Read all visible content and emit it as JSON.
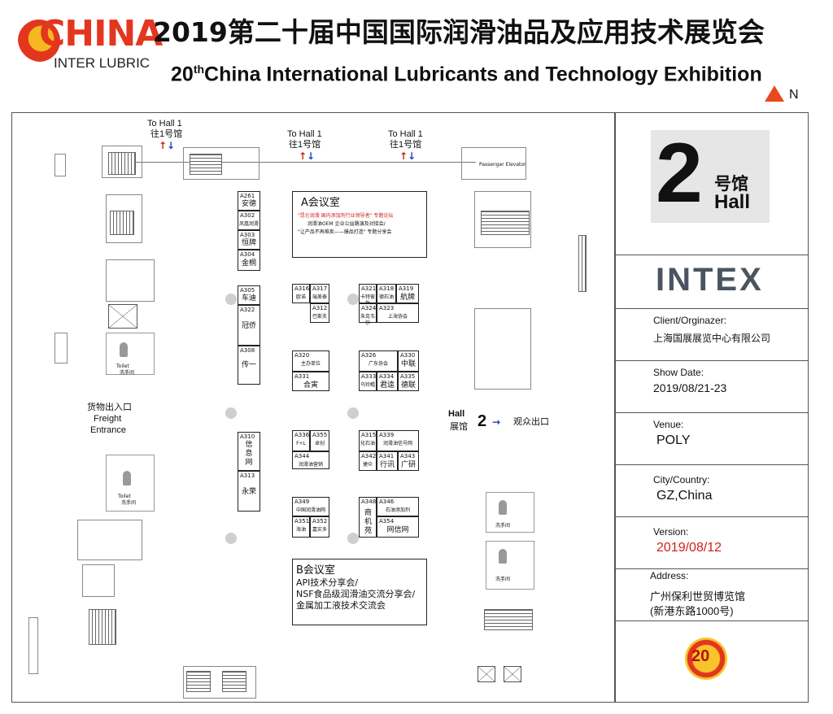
{
  "header": {
    "logo_main": "CHINA",
    "logo_sub": "INTER LUBRIC",
    "title_cn": "2019第二十届中国国际润滑油品及应用技术展览会",
    "title_en_prefix": "20",
    "title_en_sup": "th",
    "title_en_rest": "China International Lubricants and Technology Exhibition",
    "north": "N"
  },
  "map": {
    "to_hall_1_en": "To Hall 1",
    "to_hall_1_cn": "往1号馆",
    "freight_cn": "货物出入口",
    "freight_en1": "Freight",
    "freight_en2": "Entrance",
    "exit_hall_en": "Hall",
    "exit_hall_cn": "展馆",
    "exit_hall_num": "2",
    "exit_label": "观众出口",
    "toilet_en": "Toilet",
    "toilet_cn": "洗手间",
    "passenger_elevator": "Passenger Elevator",
    "room_a_title": "A会议室",
    "room_a_line1": "\"昆仑润滑 国内添加剂行业领导者\" 专题论坛",
    "room_a_line2": "润滑油OEM 企业公益路演及对接会/",
    "room_a_line3": "\"让产品不再难卖——爆品打造\" 专题分享会",
    "room_b_title": "B会议室",
    "room_b_line1": "API技术分享会/",
    "room_b_line2": "NSF食品级润滑油交流分享会/",
    "room_b_line3": "金属加工液技术交流会",
    "left_booths": [
      {
        "code": "A261",
        "name": "安德"
      },
      {
        "code": "A302",
        "name": "凤凰润滑"
      },
      {
        "code": "A303",
        "name": "恒牌"
      },
      {
        "code": "A304",
        "name": "金桐"
      },
      {
        "code": "A305",
        "name": "车迪"
      },
      {
        "code": "A322",
        "name": "冠侨"
      },
      {
        "code": "A308",
        "name": "传一"
      },
      {
        "code": "A310",
        "name": "信息网"
      },
      {
        "code": "A313",
        "name": "永荣"
      }
    ],
    "grid_booths": [
      {
        "code": "A316",
        "name": "欧诺"
      },
      {
        "code": "A317",
        "name": "瑞美泰"
      },
      {
        "code": "A312",
        "name": "巴斯夫"
      },
      {
        "code": "A321",
        "name": "卡特彼勒"
      },
      {
        "code": "A318",
        "name": "德石油"
      },
      {
        "code": "A319",
        "name": "航牌"
      },
      {
        "code": "A324",
        "name": "朱克韦尔"
      },
      {
        "code": "A323",
        "name": "上海协会"
      },
      {
        "code": "A320",
        "name": "主办单位"
      },
      {
        "code": "A331",
        "name": "合寅"
      },
      {
        "code": "A326",
        "name": "广东协会"
      },
      {
        "code": "A330",
        "name": "中联"
      },
      {
        "code": "A333",
        "name": "乌铃鳕"
      },
      {
        "code": "A334",
        "name": "君逵"
      },
      {
        "code": "A335",
        "name": "德联"
      },
      {
        "code": "A336",
        "name": "F+L"
      },
      {
        "code": "A355",
        "name": "卓创"
      },
      {
        "code": "A344",
        "name": "润滑油营销"
      },
      {
        "code": "A315",
        "name": "化石油"
      },
      {
        "code": "A339",
        "name": "润滑油信号网"
      },
      {
        "code": "A342",
        "name": "捷众"
      },
      {
        "code": "A341",
        "name": "行讯"
      },
      {
        "code": "A343",
        "name": "广研"
      },
      {
        "code": "A349",
        "name": "中国润滑油网"
      },
      {
        "code": "A351",
        "name": "海油"
      },
      {
        "code": "A352",
        "name": "嘉实多"
      },
      {
        "code": "A348",
        "name": "商机苑"
      },
      {
        "code": "A346",
        "name": "石油添加剂"
      },
      {
        "code": "A354",
        "name": "网信网"
      }
    ]
  },
  "panel": {
    "hall_num": "2",
    "hall_cn": "号馆",
    "hall_en": "Hall",
    "brand": "INTEX",
    "client_label": "Client/Orginazer:",
    "client_value": "上海国展展览中心有限公司",
    "date_label": "Show Date:",
    "date_value": "2019/08/21-23",
    "venue_label": "Venue:",
    "venue_value": "POLY",
    "city_label": "City/Country:",
    "city_value": "GZ,China",
    "version_label": "Version:",
    "version_value": "2019/08/12",
    "address_label": "Address:",
    "address_line1": "广州保利世贸博览馆",
    "address_line2": "(新港东路1000号)",
    "badge": "20",
    "colors": {
      "accent": "#e3361f",
      "version": "#d0201b",
      "brand": "#4a5560"
    }
  }
}
